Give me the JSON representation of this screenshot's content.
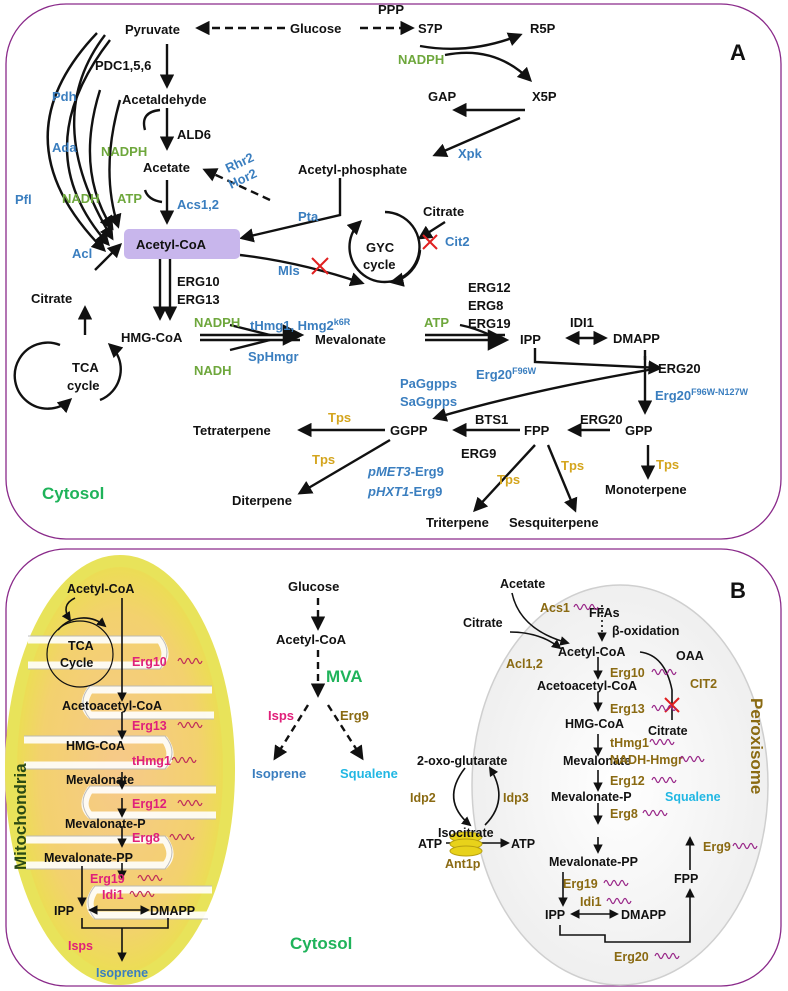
{
  "colors": {
    "black": "#111111",
    "enzyme_blue": "#3a7ebf",
    "cofactor_green": "#6ea73c",
    "tps_gold": "#d4a51e",
    "mito_pink": "#e0207a",
    "perox_brown": "#8a6a12",
    "cytosol_green": "#1fb35a",
    "squalene_cyan": "#21b7e3",
    "panel_border": "#8a2a8a",
    "acetylcoa_box": "#c8b6ec",
    "inhibit_red": "#e02020",
    "wavy": "#c0305a"
  },
  "panelA": {
    "letter": "A",
    "compartment": "Cytosol",
    "nodes": {
      "pyruvate": "Pyruvate",
      "glucose": "Glucose",
      "ppp": "PPP",
      "s7p": "S7P",
      "r5p": "R5P",
      "gap": "GAP",
      "x5p": "X5P",
      "acetaldehyde": "Acetaldehyde",
      "acetate": "Acetate",
      "acetyl_phosphate": "Acetyl-phosphate",
      "acetyl_coa": "Acetyl-CoA",
      "citrate_right": "Citrate",
      "gyc_line1": "GYC",
      "gyc_line2": "cycle",
      "citrate_left": "Citrate",
      "tca_line1": "TCA",
      "tca_line2": "cycle",
      "hmg_coa": "HMG-CoA",
      "mevalonate": "Mevalonate",
      "ipp": "IPP",
      "dmapp": "DMAPP",
      "gpp": "GPP",
      "fpp": "FPP",
      "ggpp": "GGPP",
      "tetraterpene": "Tetraterpene",
      "diterpene": "Diterpene",
      "triterpene": "Triterpene",
      "sesquiterpene": "Sesquiterpene",
      "monoterpene": "Monoterpene"
    },
    "enzymes_black": {
      "pdc": "PDC1,5,6",
      "ald6": "ALD6",
      "erg10": "ERG10",
      "erg13": "ERG13",
      "erg12": "ERG12",
      "erg8": "ERG8",
      "erg19": "ERG19",
      "idi1": "IDI1",
      "erg20_top": "ERG20",
      "erg20_gpp": "ERG20",
      "bts1": "BTS1",
      "erg9": "ERG9"
    },
    "enzymes_blue": {
      "pdh": "Pdh",
      "ada": "Ada",
      "pfl": "Pfl",
      "xpk": "Xpk",
      "rhr2": "Rhr2",
      "hor2": "Hor2",
      "acs": "Acs1,2",
      "pta": "Pta",
      "mls": "Mls",
      "cit2": "Cit2",
      "acl": "Acl",
      "thmg_base": "tHmg1, Hmg2",
      "thmg_sup": "k6R",
      "sphmgr": "SpHmgr",
      "paggpps": "PaGgpps",
      "saggpps": "SaGgpps",
      "erg20_f96w_base": "Erg20",
      "erg20_f96w_sup": "F96W",
      "erg20_n127w_base": "Erg20",
      "erg20_n127w_sup": "F96W-N127W",
      "pmet3_italic": "pMET3",
      "pmet3_rest": "-Erg9",
      "phxt1_italic": "pHXT1",
      "phxt1_rest": "-Erg9"
    },
    "cofactors": {
      "nadph_ppp": "NADPH",
      "nadph_ald": "NADPH",
      "nadh_ada": "NADH",
      "atp_acs": "ATP",
      "nadph_hmg": "NADPH",
      "nadh_hmg": "NADH",
      "atp_mev": "ATP"
    },
    "tps_labels": [
      "Tps",
      "Tps",
      "Tps",
      "Tps",
      "Tps"
    ]
  },
  "panelB": {
    "letter": "B",
    "compartment": "Cytosol",
    "mito": {
      "title": "Mitochondria",
      "acetyl_coa": "Acetyl-CoA",
      "tca_line1": "TCA",
      "tca_line2": "Cycle",
      "acetoacetyl_coa": "Acetoacetyl-CoA",
      "hmg_coa": "HMG-CoA",
      "mevalonate": "Mevalonate",
      "mevalonate_p": "Mevalonate-P",
      "mevalonate_pp": "Mevalonate-PP",
      "ipp": "IPP",
      "dmapp": "DMAPP",
      "isoprene": "Isoprene",
      "erg10": "Erg10",
      "erg13": "Erg13",
      "thmg1": "tHmg1",
      "erg12": "Erg12",
      "erg8": "Erg8",
      "erg19": "Erg19",
      "idi1": "Idi1",
      "isps": "Isps"
    },
    "cyto": {
      "glucose": "Glucose",
      "acetyl_coa": "Acetyl-CoA",
      "mva": "MVA",
      "isps": "Isps",
      "erg9": "Erg9",
      "isoprene": "Isoprene",
      "squalene": "Squalene"
    },
    "perox": {
      "title": "Peroxisome",
      "acetate": "Acetate",
      "citrate_in": "Citrate",
      "acs1": "Acs1",
      "ffas": "FFAs",
      "beta_ox": "β-oxidation",
      "acetyl_coa": "Acetyl-CoA",
      "acl12": "Acl1,2",
      "oaa": "OAA",
      "erg10": "Erg10",
      "cit2": "CIT2",
      "acetoacetyl_coa": "Acetoacetyl-CoA",
      "erg13": "Erg13",
      "hmg_coa": "HMG-CoA",
      "citrate_out": "Citrate",
      "thmg1": "tHmg1",
      "nadh_hmgr": "NADH-Hmgr",
      "two_oxo": "2-oxo-glutarate",
      "idp2": "Idp2",
      "idp3": "Idp3",
      "isocitrate": "Isocitrate",
      "mevalonate": "Mevalonate",
      "erg12": "Erg12",
      "atp_left": "ATP",
      "atp_right": "ATP",
      "ant1p": "Ant1p",
      "mevalonate_p": "Mevalonate-P",
      "squalene": "Squalene",
      "erg8": "Erg8",
      "erg9": "Erg9",
      "mevalonate_pp": "Mevalonate-PP",
      "fpp": "FPP",
      "erg19": "Erg19",
      "idi1": "Idi1",
      "ipp": "IPP",
      "dmapp": "DMAPP",
      "erg20": "Erg20"
    }
  }
}
